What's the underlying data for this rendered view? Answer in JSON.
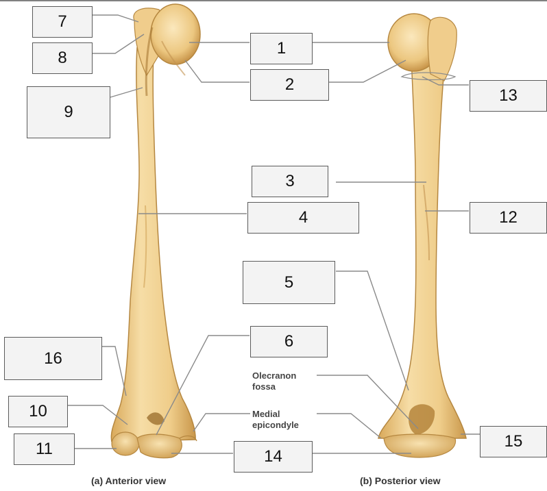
{
  "labels": {
    "box_1": "1",
    "box_2": "2",
    "box_3": "3",
    "box_4": "4",
    "box_5": "5",
    "box_6": "6",
    "box_7": "7",
    "box_8": "8",
    "box_9": "9",
    "box_10": "10",
    "box_11": "11",
    "box_12": "12",
    "box_13": "13",
    "box_14": "14",
    "box_15": "15",
    "box_16": "16"
  },
  "annotations": {
    "olecranon_line1": "Olecranon",
    "olecranon_line2": "fossa",
    "medial_line1": "Medial",
    "medial_line2": "epicondyle"
  },
  "captions": {
    "anterior": "(a) Anterior view",
    "posterior": "(b) Posterior view"
  },
  "colors": {
    "bone_light": "#f6dda6",
    "bone_mid": "#e8bf72",
    "bone_dark": "#b98a3d",
    "leader_line": "#8a8a8a"
  }
}
